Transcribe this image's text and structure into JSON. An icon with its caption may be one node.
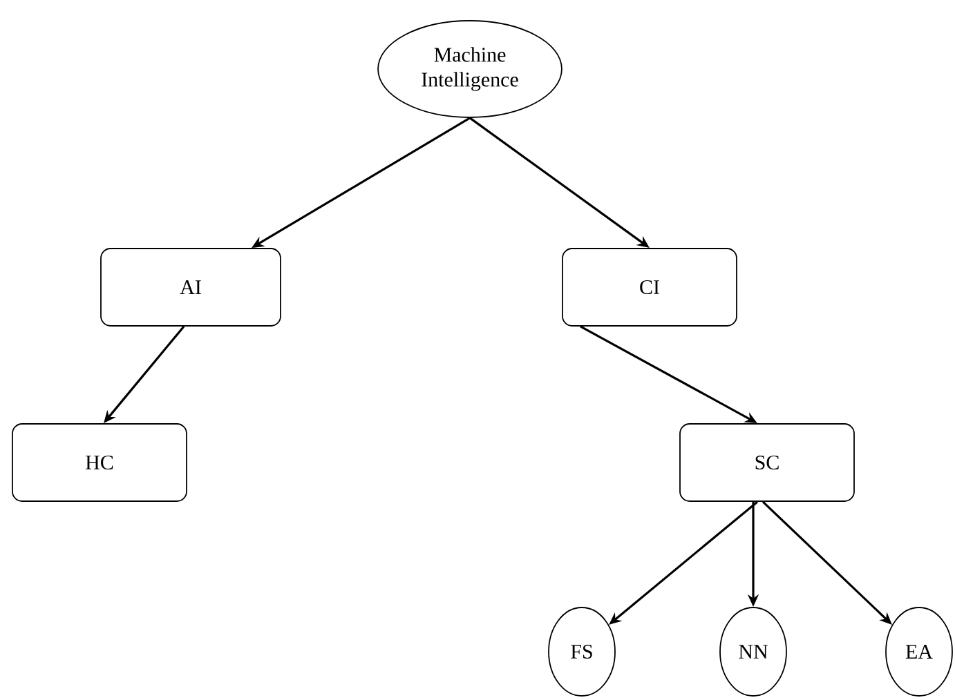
{
  "diagram": {
    "nodes": [
      {
        "text": [
          "Machine Intelligence"
        ]
      },
      {
        "text": [
          "AI"
        ]
      },
      {
        "text": [
          "CI"
        ]
      },
      {
        "text": [
          "HC"
        ]
      },
      {
        "text": [
          "SC"
        ]
      },
      {
        "text": [
          "FS"
        ]
      },
      {
        "text": [
          "NN"
        ]
      },
      {
        "text": [
          "EA"
        ]
      }
    ],
    "edges": [
      {
        "from": 0,
        "to": 1,
        "arrow": "to"
      },
      {
        "from": 0,
        "to": 2,
        "arrow": "to"
      },
      {
        "from": 1,
        "to": 3,
        "arrow": "to"
      },
      {
        "from": 2,
        "to": 4,
        "arrow": "to"
      },
      {
        "from": 4,
        "to": 5,
        "arrow": "to"
      },
      {
        "from": 4,
        "to": 6,
        "arrow": "to"
      },
      {
        "from": 4,
        "to": 7,
        "arrow": "to"
      }
    ]
  }
}
